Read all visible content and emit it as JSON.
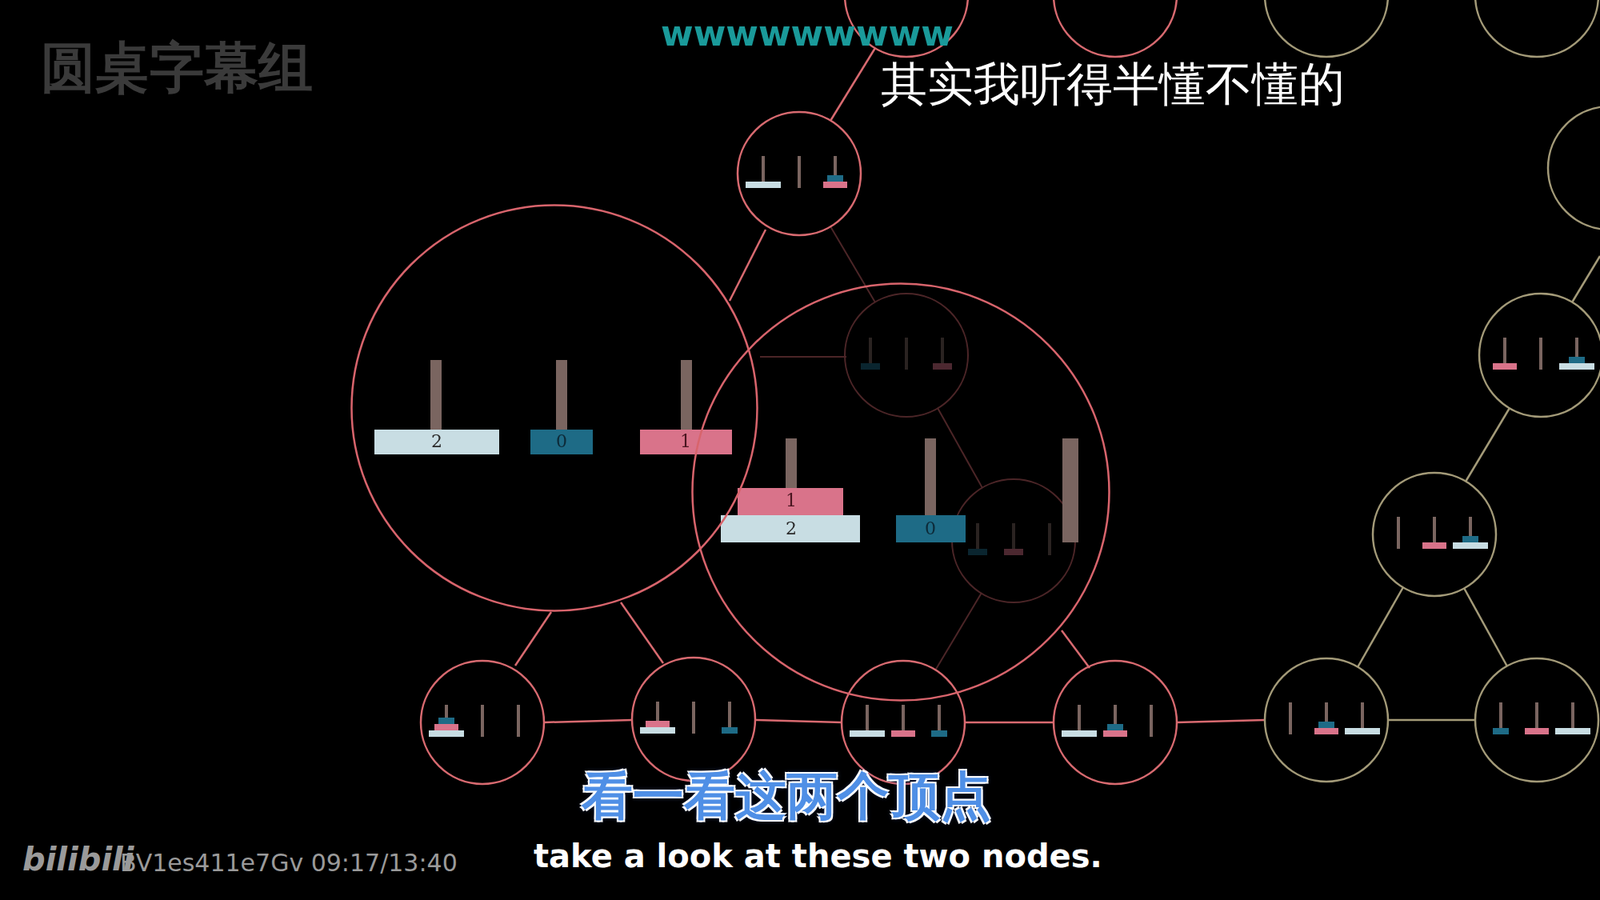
{
  "diagram": {
    "nodes": [
      {
        "text": [
          "2",
          "0",
          "1"
        ]
      },
      {
        "text": [
          "1",
          "2",
          "0"
        ]
      }
    ],
    "labels": [
      "圆桌字幕组",
      "wwwwwwwww",
      "其实我听得半懂不懂的",
      "看一看这两个顶点",
      "take a look at these two nodes.",
      "bilibili",
      "BV1es411e7Gv 09:17/13:40"
    ]
  }
}
